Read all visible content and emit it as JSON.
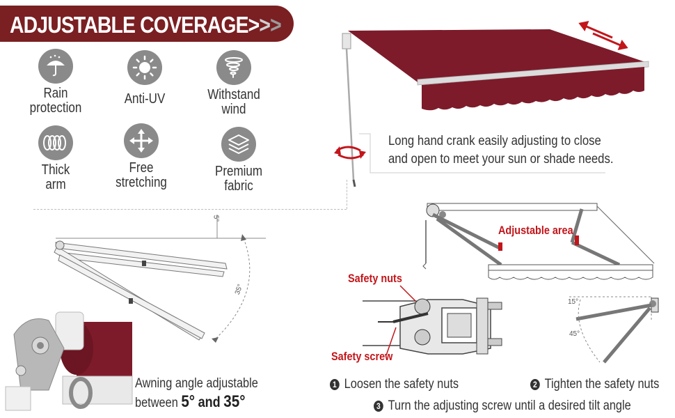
{
  "banner": {
    "title": "ADJUSTABLE COVERAGE",
    "arrows": [
      ">",
      ">",
      ">"
    ]
  },
  "features": [
    {
      "label": "Rain\nprotection",
      "icon": "umbrella-rain-icon"
    },
    {
      "label": "Anti-UV",
      "icon": "sun-icon"
    },
    {
      "label": "Withstand\nwind",
      "icon": "tornado-icon"
    },
    {
      "label": "Thick\narm",
      "icon": "coil-arm-icon"
    },
    {
      "label": "Free\nstretching",
      "icon": "expand-arrows-icon"
    },
    {
      "label": "Premium\nfabric",
      "icon": "fabric-layers-icon"
    }
  ],
  "crank_text": "Long hand crank easily adjusting to close\nand open to meet your sun or shade needs.",
  "angle": {
    "min_label": "5°",
    "max_label": "35°",
    "caption_line1": "Awning angle adjustable",
    "caption_prefix": "between",
    "min_value": "5°",
    "and_word": "and",
    "max_value": "35°"
  },
  "labels": {
    "adjustable_area": "Adjustable area",
    "safety_nuts": "Safety nuts",
    "safety_screw": "Safety screw",
    "tilt_small": "15°",
    "tilt_large": "45°"
  },
  "steps": [
    {
      "num": "1",
      "text": "Loosen the safety nuts"
    },
    {
      "num": "2",
      "text": "Tighten the safety nuts"
    },
    {
      "num": "3",
      "text": "Turn the adjusting screw until a desired tilt angle"
    }
  ],
  "colors": {
    "maroon": "#7a1f22",
    "awning": "#7d1b2a",
    "accent_red": "#c2161b",
    "icon_gray": "#8a8a8a"
  }
}
